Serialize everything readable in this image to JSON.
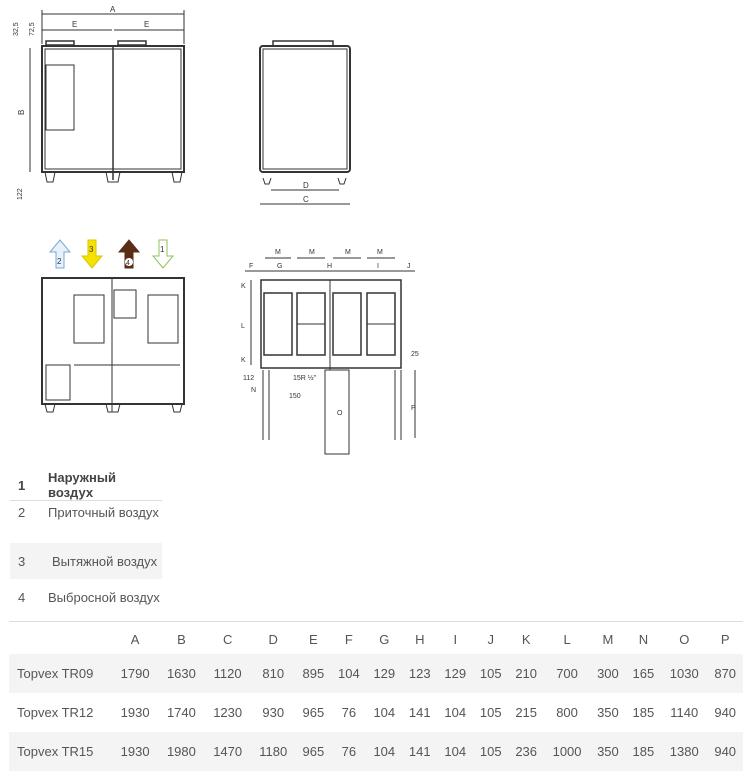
{
  "drawings": {
    "front_view": {
      "labels": {
        "A": "A",
        "E_left": "E",
        "E_right": "E",
        "B": "B",
        "d1": "32,5",
        "d2": "72,5",
        "d3": "122"
      }
    },
    "side_view": {
      "labels": {
        "D": "D",
        "C": "C"
      }
    },
    "airflow_view": {
      "arrows": [
        {
          "num": "2",
          "direction": "up",
          "color": "#7aa7d6",
          "style": "hatched"
        },
        {
          "num": "3",
          "direction": "down",
          "color": "#f5e200",
          "style": "filled"
        },
        {
          "num": "4",
          "direction": "up",
          "color": "#5a2e16",
          "style": "filled"
        },
        {
          "num": "1",
          "direction": "down",
          "color": "#8ec35a",
          "style": "outline"
        }
      ]
    },
    "top_view": {
      "labels": {
        "M": "M",
        "F": "F",
        "G": "G",
        "H": "H",
        "I": "I",
        "J": "J",
        "K": "K",
        "L": "L",
        "N": "N",
        "O": "O",
        "P": "P",
        "d25": "25",
        "d112": "112",
        "d150": "150",
        "thread": "15R ½\""
      }
    }
  },
  "legend": [
    {
      "num": "1",
      "label": "Наружный воздух"
    },
    {
      "num": "2",
      "label": "Приточный воздух"
    },
    {
      "num": "3",
      "label": "Вытяжной воздух"
    },
    {
      "num": "4",
      "label": "Выбросной воздух"
    }
  ],
  "dimensions_table": {
    "headers": [
      "",
      "A",
      "B",
      "C",
      "D",
      "E",
      "F",
      "G",
      "H",
      "I",
      "J",
      "K",
      "L",
      "M",
      "N",
      "O",
      "P"
    ],
    "rows": [
      {
        "model": "Topvex TR09",
        "values": [
          "1790",
          "1630",
          "1120",
          "810",
          "895",
          "104",
          "129",
          "123",
          "129",
          "105",
          "210",
          "700",
          "300",
          "165",
          "1030",
          "870"
        ]
      },
      {
        "model": "Topvex TR12",
        "values": [
          "1930",
          "1740",
          "1230",
          "930",
          "965",
          "76",
          "104",
          "141",
          "104",
          "105",
          "215",
          "800",
          "350",
          "185",
          "1140",
          "940"
        ]
      },
      {
        "model": "Topvex TR15",
        "values": [
          "1930",
          "1980",
          "1470",
          "1180",
          "965",
          "76",
          "104",
          "141",
          "104",
          "105",
          "236",
          "1000",
          "350",
          "185",
          "1380",
          "940"
        ]
      }
    ]
  }
}
